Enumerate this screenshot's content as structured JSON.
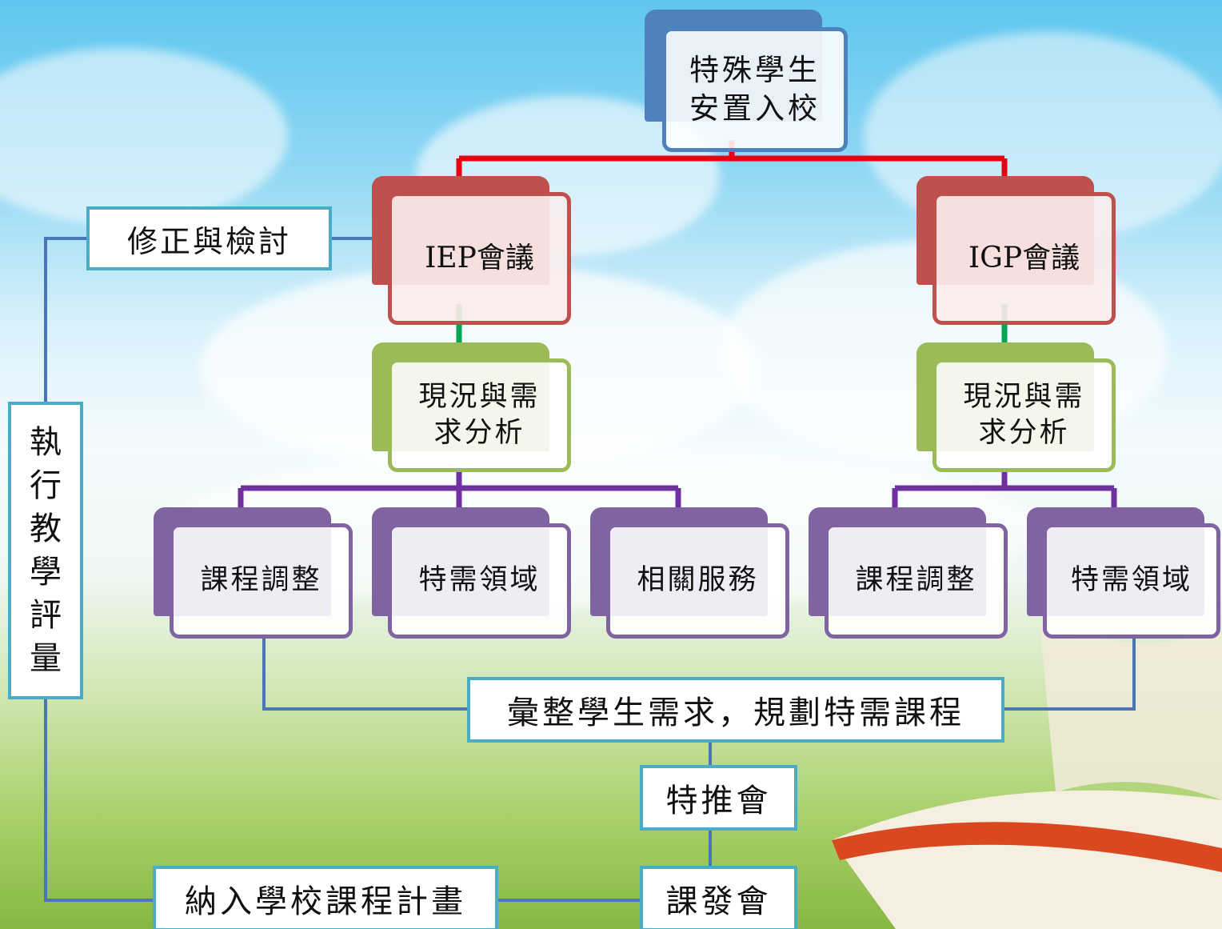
{
  "colors": {
    "tier_top": "#4f81bd",
    "tier_meeting": "#c0504d",
    "tier_analysis": "#9bbb59",
    "tier_service": "#8064a2",
    "flat_border": "#4bacc6",
    "connector_red": "#e60012",
    "connector_green": "#00a651",
    "connector_purple": "#7030a0",
    "connector_blue": "#4a76b8"
  },
  "nodes": {
    "root": "特殊學生\n安置入校",
    "iep_meeting": "IEP會議",
    "igp_meeting": "IGP會議",
    "iep_analysis": "現況與需\n求分析",
    "igp_analysis": "現況與需\n求分析",
    "iep_curriculum": "課程調整",
    "iep_special_domain": "特需領域",
    "iep_related_services": "相關服務",
    "igp_curriculum": "課程調整",
    "igp_special_domain": "特需領域",
    "revise_review": "修正與檢討",
    "execute_assess": "執\n行\n教\n學\n評\n量",
    "compile_plan": "彙整學生需求，規劃特需課程",
    "special_committee": "特推會",
    "curriculum_committee": "課發會",
    "school_plan": "納入學校課程計畫"
  }
}
